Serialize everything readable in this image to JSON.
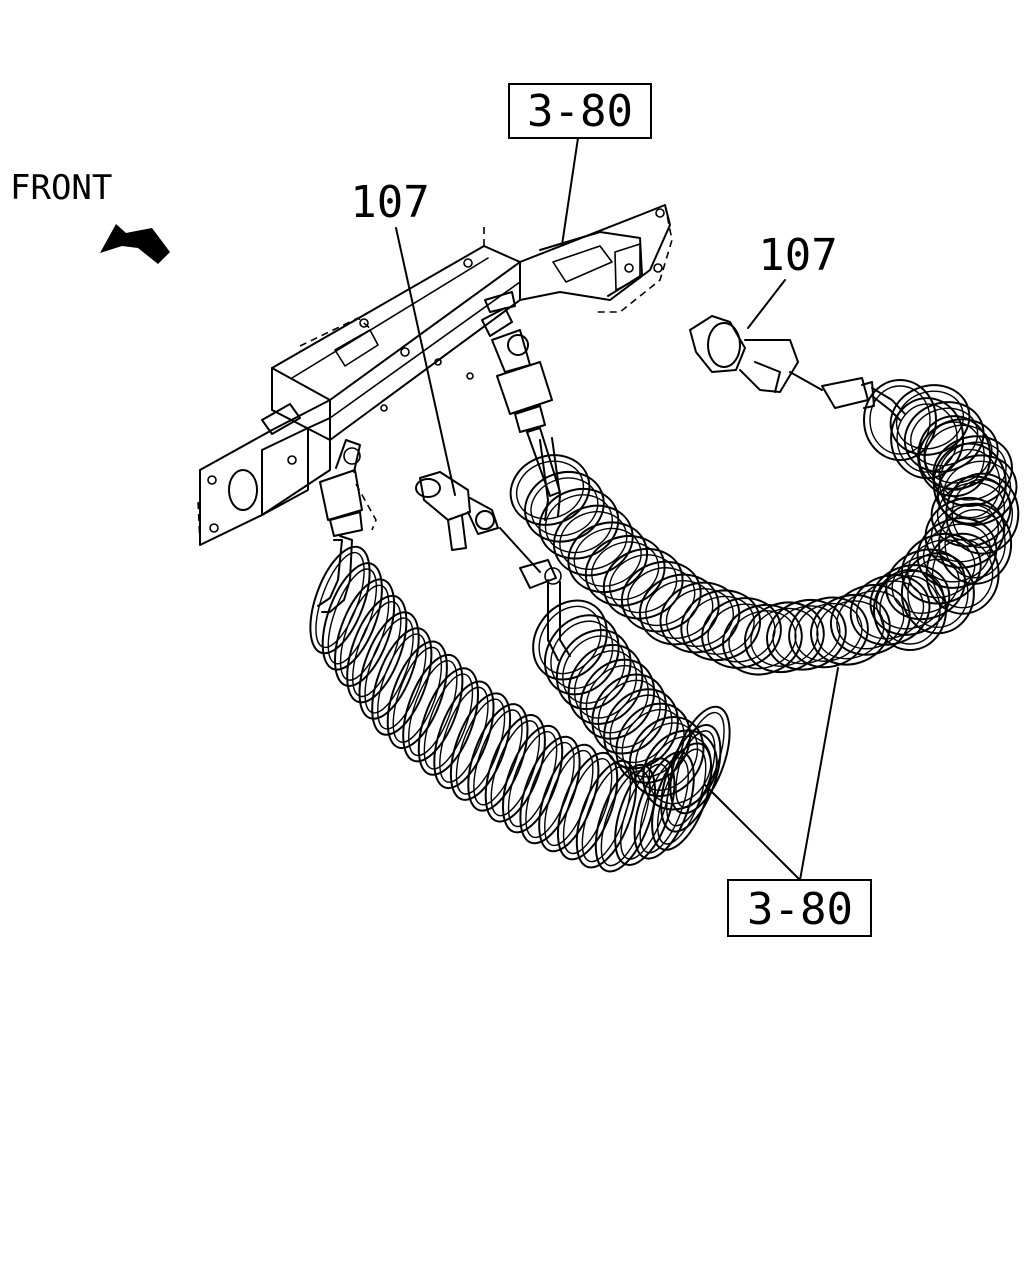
{
  "orientation": {
    "label": "FRONT"
  },
  "callouts": {
    "ref_top": "3-80",
    "ref_bottom": "3-80",
    "part_left": "107",
    "part_right": "107"
  }
}
